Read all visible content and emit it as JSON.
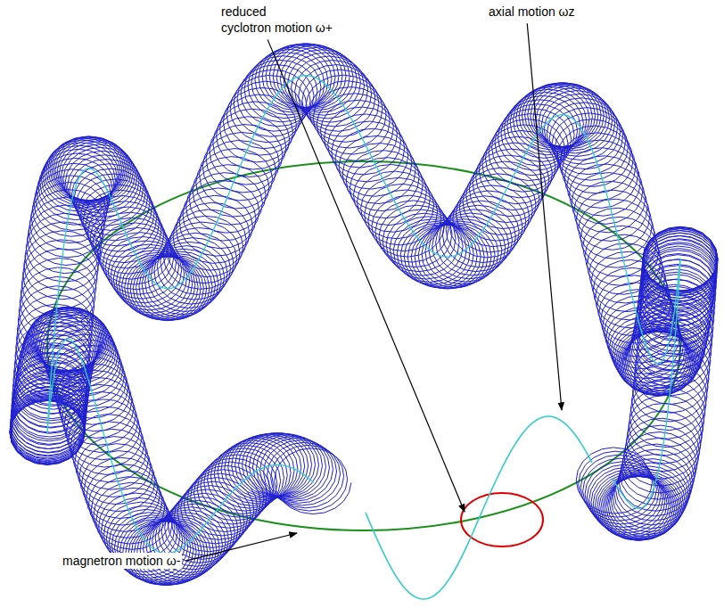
{
  "diagram": {
    "labels": [
      "reduced cyclotron motion ω+",
      "axial motion ωz",
      "magnetron motion ω-"
    ]
  }
}
